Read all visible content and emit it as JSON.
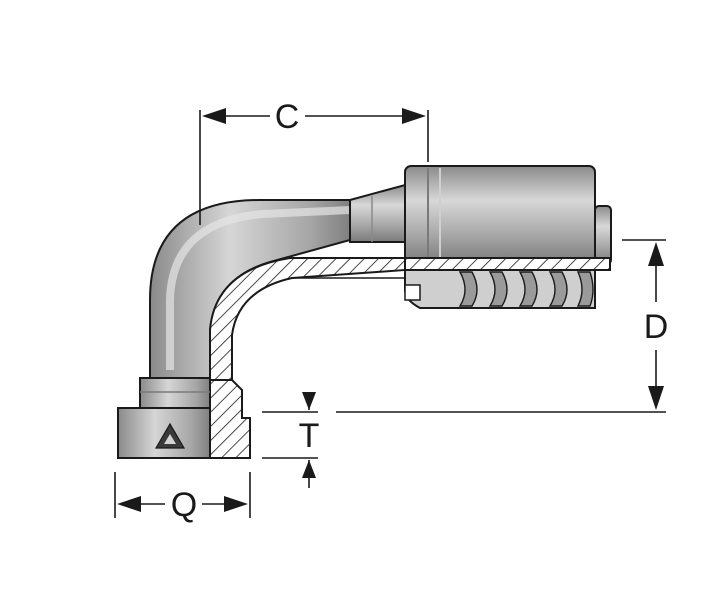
{
  "dimensions": {
    "c_label": "C",
    "d_label": "D",
    "q_label": "Q",
    "t_label": "T"
  },
  "colors": {
    "metal_base": "#a9a9a9",
    "metal_light": "#d4d4d4",
    "metal_dark": "#6e6e6e",
    "outline": "#1a1a1a",
    "section_fill": "#ffffff",
    "hatch": "#1a1a1a",
    "background": "#ffffff"
  },
  "icons": {
    "logo": "manufacturer-logo-icon"
  }
}
